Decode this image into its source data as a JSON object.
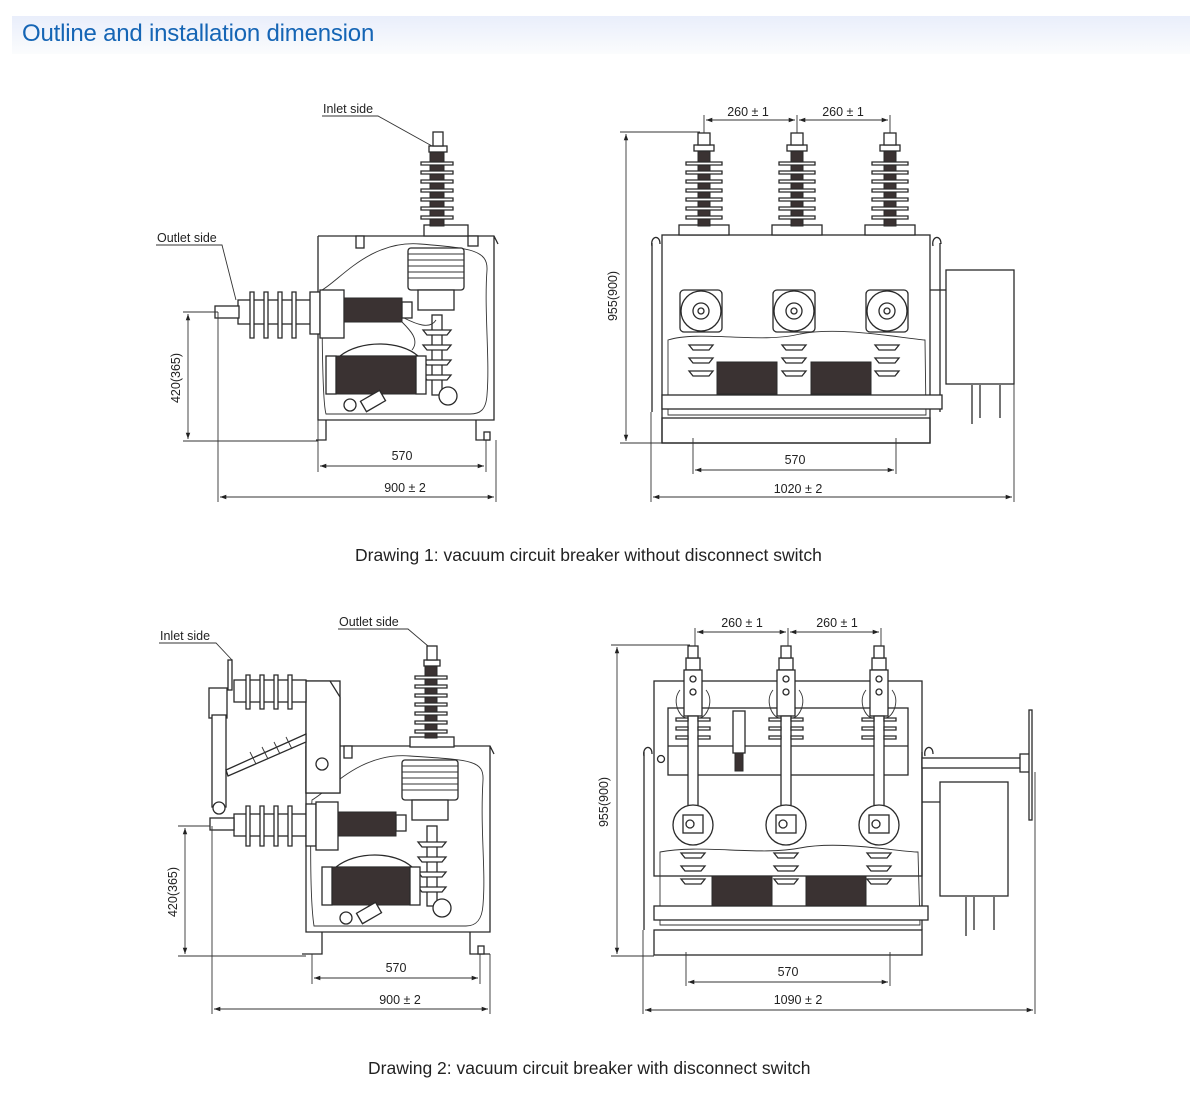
{
  "header": {
    "title": "Outline and installation dimension",
    "title_color": "#1565b5"
  },
  "drawing1": {
    "caption": "Drawing 1: vacuum circuit breaker without disconnect switch",
    "side_view": {
      "labels": {
        "inlet": "Inlet side",
        "outlet": "Outlet side"
      },
      "dims": {
        "height": "420(365)",
        "base": "570",
        "width": "900 ± 2"
      }
    },
    "front_view": {
      "dims": {
        "pitch_left": "260 ± 1",
        "pitch_right": "260 ± 1",
        "height": "955(900)",
        "base": "570",
        "width": "1020 ± 2"
      }
    }
  },
  "drawing2": {
    "caption": "Drawing 2: vacuum circuit breaker with disconnect switch",
    "side_view": {
      "labels": {
        "inlet": "Inlet side",
        "outlet": "Outlet side"
      },
      "dims": {
        "height": "420(365)",
        "base": "570",
        "width": "900 ± 2"
      }
    },
    "front_view": {
      "dims": {
        "pitch_left": "260 ± 1",
        "pitch_right": "260 ± 1",
        "height": "955(900)",
        "base": "570",
        "width": "1090 ± 2"
      }
    }
  }
}
